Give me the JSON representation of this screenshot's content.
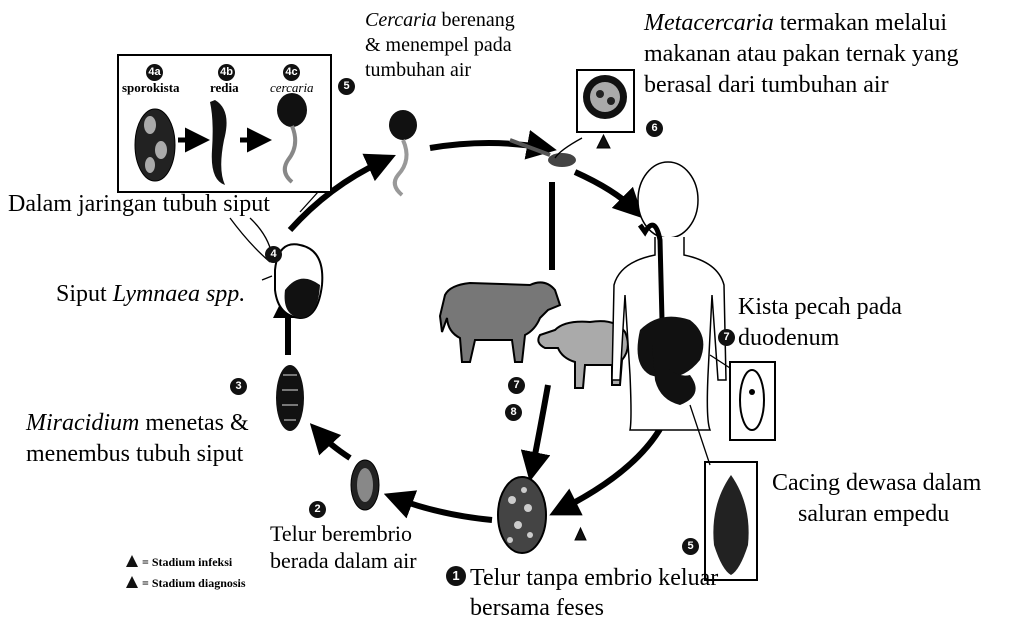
{
  "labels": {
    "cercaria_a": "Cercaria",
    "cercaria_b": " berenang",
    "cercaria_c": "& menempel pada",
    "cercaria_d": "tumbuhan air",
    "meta_a": "Metacercaria",
    "meta_b": " termakan melalui",
    "meta_c": "makanan atau pakan ternak yang",
    "meta_d": "berasal dari tumbuhan air",
    "jaringan": "Dalam jaringan tubuh siput",
    "siput_a": "Siput ",
    "siput_b": "Lymnaea spp.",
    "kista_a": "Kista pecah pada",
    "kista_b": "duodenum",
    "mira_a": "Miracidium",
    "mira_b": " menetas &",
    "mira_c": "menembus tubuh siput",
    "dewasa_a": "Cacing dewasa dalam",
    "dewasa_b": "saluran empedu",
    "telur_embrio_a": "Telur berembrio",
    "telur_embrio_b": "berada dalam air",
    "telur_tanpa_a": "Telur tanpa embrio keluar",
    "telur_tanpa_b": "bersama feses",
    "sporokista": "sporokista",
    "redia": "redia",
    "cercaria_small": "cercaria"
  },
  "legend": {
    "infeksi": "= Stadium infeksi",
    "diagnosis": "= Stadium diagnosis"
  },
  "step_numbers": {
    "s1": "1",
    "s2": "2",
    "s3": "3",
    "s4": "4",
    "s4a": "4a",
    "s4b": "4b",
    "s4c": "4c",
    "s5": "5",
    "s6": "6",
    "s7": "7",
    "s7b": "7",
    "s8": "8",
    "s5b": "5"
  },
  "markers": {
    "infection": "i",
    "diagnosis": "d"
  }
}
